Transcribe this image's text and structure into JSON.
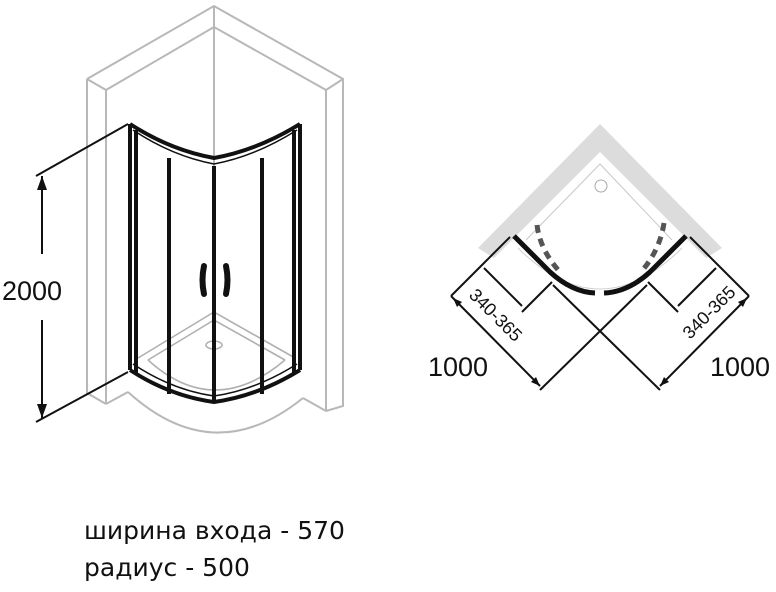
{
  "left_view": {
    "height_label": "2000"
  },
  "plan_view": {
    "left_width_label": "1000",
    "right_width_label": "1000",
    "left_entry_label": "340-365",
    "right_entry_label": "340-365"
  },
  "captions": {
    "entry_width": "ширина входа - 570",
    "radius": "радиус - 500"
  },
  "colors": {
    "frame": "#111111",
    "wall_outline": "#b8b8b8",
    "wall_fill_plan": "#dcdcdc"
  }
}
